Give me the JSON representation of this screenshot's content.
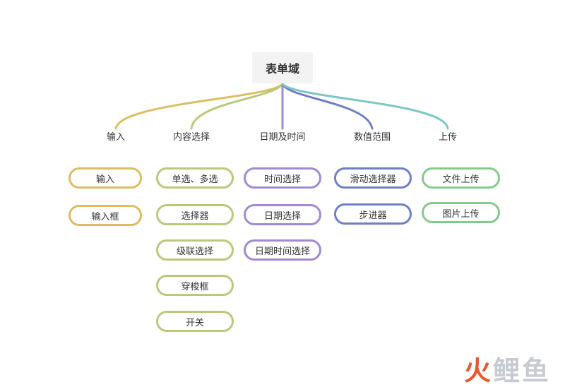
{
  "root": {
    "label": "表单域"
  },
  "colors": {
    "yellow": "#dbbd62",
    "olive": "#b9c97c",
    "purple": "#a08ad2",
    "navy": "#6e7fc3",
    "teal": "#7cc7c4",
    "green": "#86c98c"
  },
  "categories": [
    {
      "label": "输入",
      "items": [
        "输入",
        "输入框"
      ]
    },
    {
      "label": "内容选择",
      "items": [
        "单选、多选",
        "选择器",
        "级联选择",
        "穿梭框",
        "开关"
      ]
    },
    {
      "label": "日期及时间",
      "items": [
        "时间选择",
        "日期选择",
        "日期时间选择"
      ]
    },
    {
      "label": "数值范围",
      "items": [
        "滑动选择器",
        "步进器"
      ]
    },
    {
      "label": "上传",
      "items": [
        "文件上传",
        "图片上传"
      ]
    }
  ],
  "watermark": {
    "chars": [
      "火",
      "鲤",
      "鱼"
    ]
  }
}
